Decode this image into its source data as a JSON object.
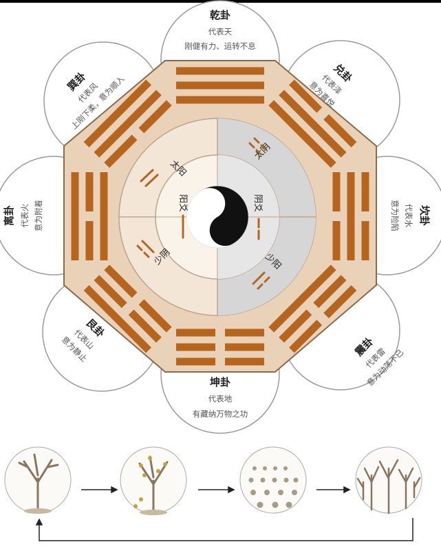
{
  "trigrams": {
    "qian": {
      "name": "乾卦",
      "line1": "代表天",
      "line2": "刚健有力、运转不息"
    },
    "dui": {
      "name": "兑卦",
      "line1": "代表泽",
      "line2": "意为喜悦"
    },
    "kan": {
      "name": "坎卦",
      "line1": "代表水",
      "line2": "意为险陷"
    },
    "zhen": {
      "name": "震卦",
      "line1": "代表雷",
      "line2": "意为动荡不已"
    },
    "kun": {
      "name": "坤卦",
      "line1": "代表地",
      "line2": "有藏纳万物之功"
    },
    "gen": {
      "name": "艮卦",
      "line1": "代表山",
      "line2": "意为静止"
    },
    "li": {
      "name": "离卦",
      "line1": "代表火",
      "line2": "意为附着"
    },
    "xun": {
      "name": "巽卦",
      "line1": "代表风",
      "line2": "上刚下柔，意为顺入"
    }
  },
  "inner": {
    "tai_yang": "太阳",
    "tai_yin": "太阴",
    "shao_yin": "少阴",
    "shao_yang": "少阳",
    "yang_yao": "阳爻",
    "yin_yao": "阴爻"
  },
  "colors": {
    "bar": "#b5651d",
    "octagon": "#e9d2b8",
    "inner_light": "#f3e6d6",
    "inner_gray": "#d6d6d6",
    "petal_stroke": "#888888"
  },
  "cycle": {
    "images": [
      "bare-tree-icon",
      "fruiting-tree-icon",
      "seedling-field-icon",
      "young-trees-icon"
    ]
  }
}
